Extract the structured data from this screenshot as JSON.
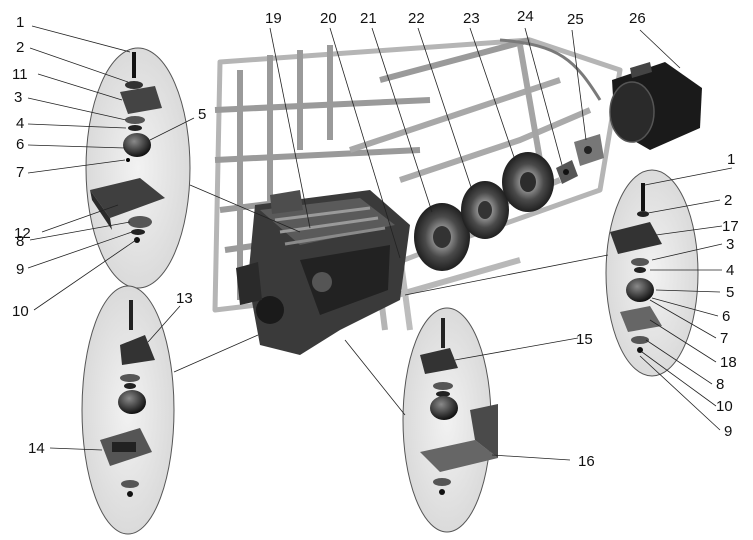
{
  "diagram": {
    "callouts": {
      "c_1_left": "1",
      "c_2_left": "2",
      "c_11_left": "11",
      "c_3_left": "3",
      "c_4_left": "4",
      "c_5_left": "5",
      "c_6_left": "6",
      "c_7_left": "7",
      "c_12": "12",
      "c_8_left": "8",
      "c_9_left": "9",
      "c_10_left": "10",
      "c_19": "19",
      "c_20": "20",
      "c_21": "21",
      "c_22": "22",
      "c_23": "23",
      "c_24": "24",
      "c_25": "25",
      "c_26": "26",
      "c_13": "13",
      "c_14": "14",
      "c_15": "15",
      "c_16": "16",
      "c_1_right": "1",
      "c_2_right": "2",
      "c_17": "17",
      "c_3_right": "3",
      "c_4_right": "4",
      "c_5_right": "5",
      "c_6_right": "6",
      "c_7_right": "7",
      "c_18": "18",
      "c_8_right": "8",
      "c_10_right": "10",
      "c_9_right": "9"
    }
  }
}
